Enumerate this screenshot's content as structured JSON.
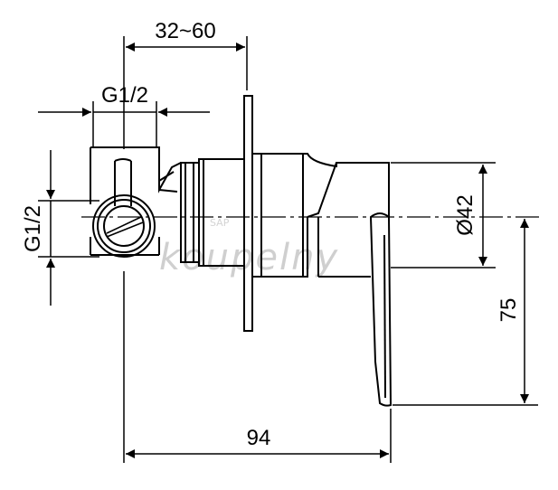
{
  "dimensions": {
    "pipe_depth": "32~60",
    "inlet_thread_top": "G1/2",
    "inlet_thread_side": "G1/2",
    "diameter": "Ø42",
    "height": "75",
    "overall_length": "94"
  },
  "watermark": {
    "brand": "koupelny",
    "small": "SAP"
  },
  "colors": {
    "line": "#000000",
    "watermark": "#cfcfcf"
  }
}
